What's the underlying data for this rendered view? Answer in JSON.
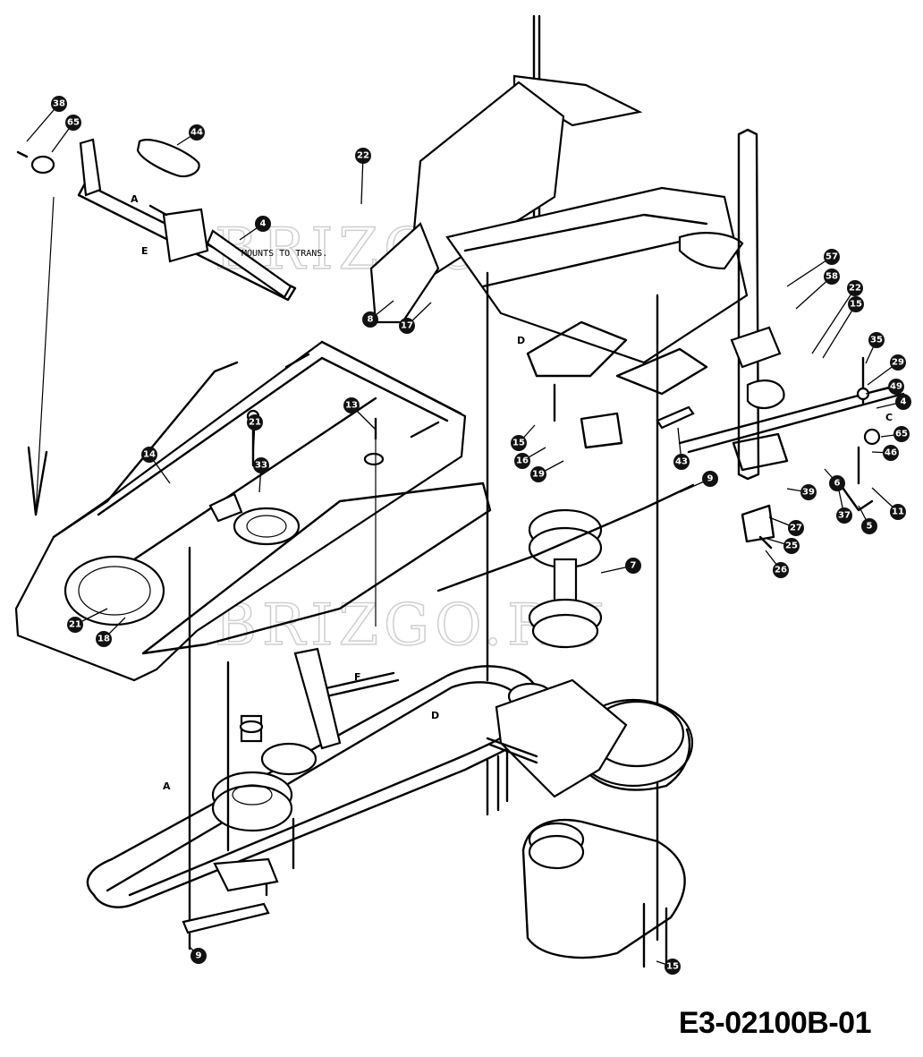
{
  "diagram": {
    "drawing_code": "E3-02100B-01",
    "watermark": "BRIZGO.RU",
    "mounts_note": "MOUNTS TO TRANS.",
    "letter_labels": [
      "A",
      "A",
      "C",
      "D",
      "D",
      "E",
      "F"
    ],
    "callouts": {
      "c1": "38",
      "c2": "65",
      "c3": "44",
      "c4": "4",
      "c5": "22",
      "c6": "8",
      "c7": "17",
      "c8": "57",
      "c9": "58",
      "c10": "22",
      "c11": "15",
      "c12": "21",
      "c13": "13",
      "c14": "14",
      "c15": "33",
      "c16": "21",
      "c17": "18",
      "c18": "35",
      "c19": "29",
      "c20": "49",
      "c21": "4",
      "c22": "65",
      "c23": "46",
      "c24": "11",
      "c25": "5",
      "c26": "27",
      "c27": "25",
      "c28": "26",
      "c29": "37",
      "c30": "39",
      "c31": "6",
      "c32": "43",
      "c33": "9",
      "c34": "7",
      "c35": "15",
      "c36": "16",
      "c37": "19",
      "c38": "15",
      "c39": "9"
    }
  }
}
